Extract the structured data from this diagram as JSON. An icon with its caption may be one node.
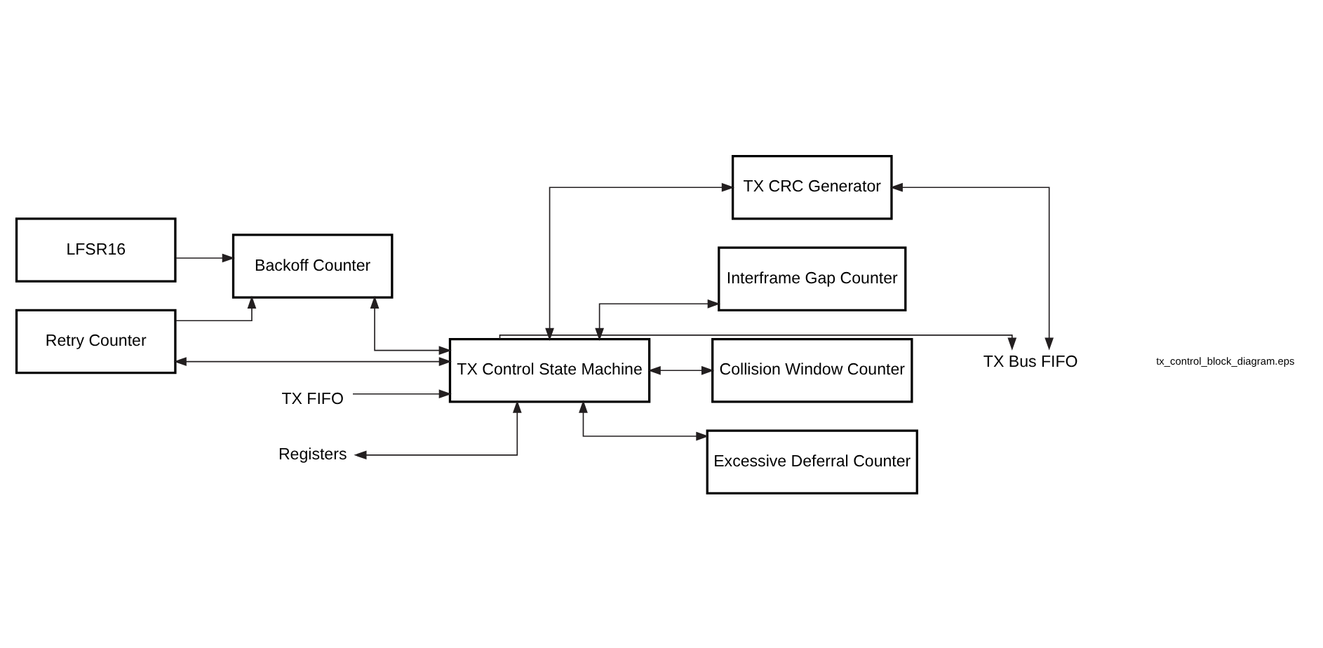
{
  "diagram": {
    "nodes": [
      {
        "text": [
          "Retry Counter"
        ]
      },
      {
        "text": [
          "Backoff Counter"
        ]
      },
      {
        "text": [
          "LFSR16"
        ]
      },
      {
        "text": [
          "TX CRC Generator"
        ]
      },
      {
        "text": [
          "TX Control State Machine"
        ]
      },
      {
        "text": [
          "TX FIFO"
        ]
      },
      {
        "text": [
          "Registers"
        ]
      },
      {
        "text": [
          "Interframe Gap Counter"
        ]
      },
      {
        "text": [
          "Collision Window Counter"
        ]
      },
      {
        "text": [
          "Excessive Deferral Counter"
        ]
      },
      {
        "text": [
          "TX Bus FIFO"
        ]
      }
    ],
    "edges": [
      {
        "from": 0,
        "to": 4,
        "arrow": "both"
      },
      {
        "from": 0,
        "to": 1,
        "arrow": "to"
      },
      {
        "from": 1,
        "to": 4,
        "arrow": "both"
      },
      {
        "from": 2,
        "to": 1,
        "arrow": "to"
      },
      {
        "from": 4,
        "to": 3,
        "arrow": "both"
      },
      {
        "from": 5,
        "to": 4,
        "arrow": "to"
      },
      {
        "from": 6,
        "to": 4,
        "arrow": "both"
      },
      {
        "from": 4,
        "to": 7,
        "arrow": "both"
      },
      {
        "from": 4,
        "to": 8,
        "arrow": "both"
      },
      {
        "from": 4,
        "to": 9,
        "arrow": "both"
      },
      {
        "from": 4,
        "to": 10,
        "arrow": "to"
      },
      {
        "from": 3,
        "to": 10,
        "arrow": "both"
      }
    ],
    "labels": [
      "tx_control_block_diagram.eps"
    ]
  }
}
